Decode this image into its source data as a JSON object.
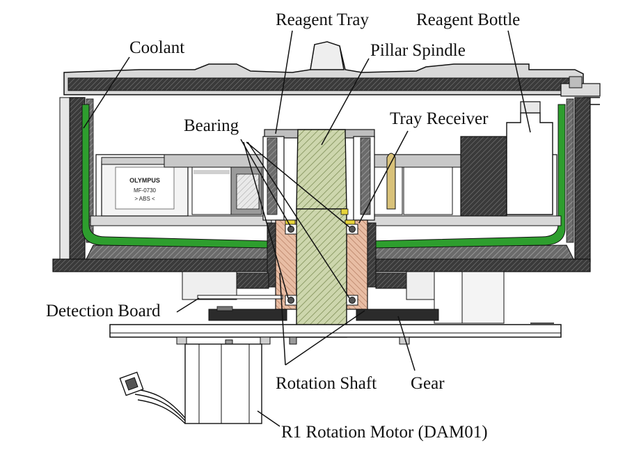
{
  "labels": {
    "coolant": "Coolant",
    "reagent_tray": "Reagent Tray",
    "reagent_bottle": "Reagent Bottle",
    "pillar_spindle": "Pillar Spindle",
    "bearing": "Bearing",
    "tray_receiver": "Tray Receiver",
    "detection_board": "Detection Board",
    "rotation_shaft": "Rotation Shaft",
    "gear": "Gear",
    "r1_rotation_motor": "R1 Rotation Motor (DAM01)"
  },
  "cartridge_label": {
    "brand": "OLYMPUS",
    "model": "MF-0730",
    "material": "> ABS <"
  },
  "colors": {
    "coolant_green": "#2e9e2e",
    "shaft_hatch": "#b9c79a",
    "bearing_housing": "#e3b49a",
    "dark_hatch": "#2b2b2b",
    "outline": "#111111"
  }
}
